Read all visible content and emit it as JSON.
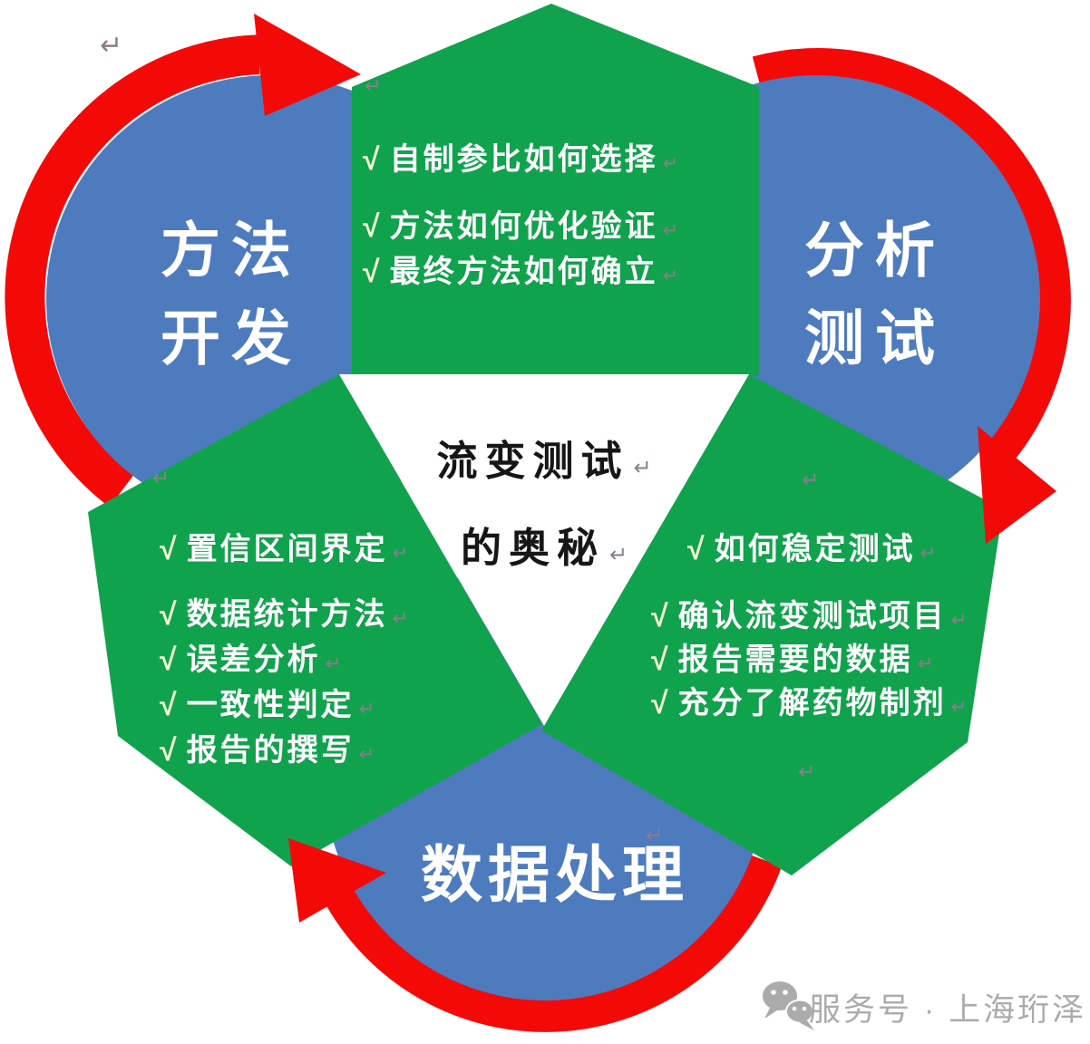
{
  "diagram": {
    "center_title": {
      "line1": "流变测试",
      "line2": "的奥秘"
    },
    "nodes": {
      "method_development": {
        "line1": "方法",
        "line2": "开发"
      },
      "analysis_testing": {
        "line1": "分析",
        "line2": "测试"
      },
      "data_processing": {
        "line1": "数据处理"
      }
    },
    "checklists": {
      "top": [
        "自制参比如何选择",
        "方法如何优化验证",
        "最终方法如何确立"
      ],
      "bottom_right": [
        "如何稳定测试",
        "确认流变测试项目",
        "报告需要的数据",
        "充分了解药物制剂"
      ],
      "bottom_left": [
        "置信区间界定",
        "数据统计方法",
        "误差分析",
        "一致性判定",
        "报告的撰写"
      ]
    },
    "check_glyph": "√",
    "return_glyph": "↵",
    "colors": {
      "green": "#11a24e",
      "blue": "#4e7bbd",
      "red": "#f40909",
      "white_text": "#ffffff",
      "check": "#f2f9cf",
      "center_text": "#161616",
      "mark": "#8b7d8b",
      "watermark": "#ababab"
    }
  },
  "watermark": {
    "icon": "wechat-icon",
    "label": "服务号 · 上海珩泽"
  }
}
